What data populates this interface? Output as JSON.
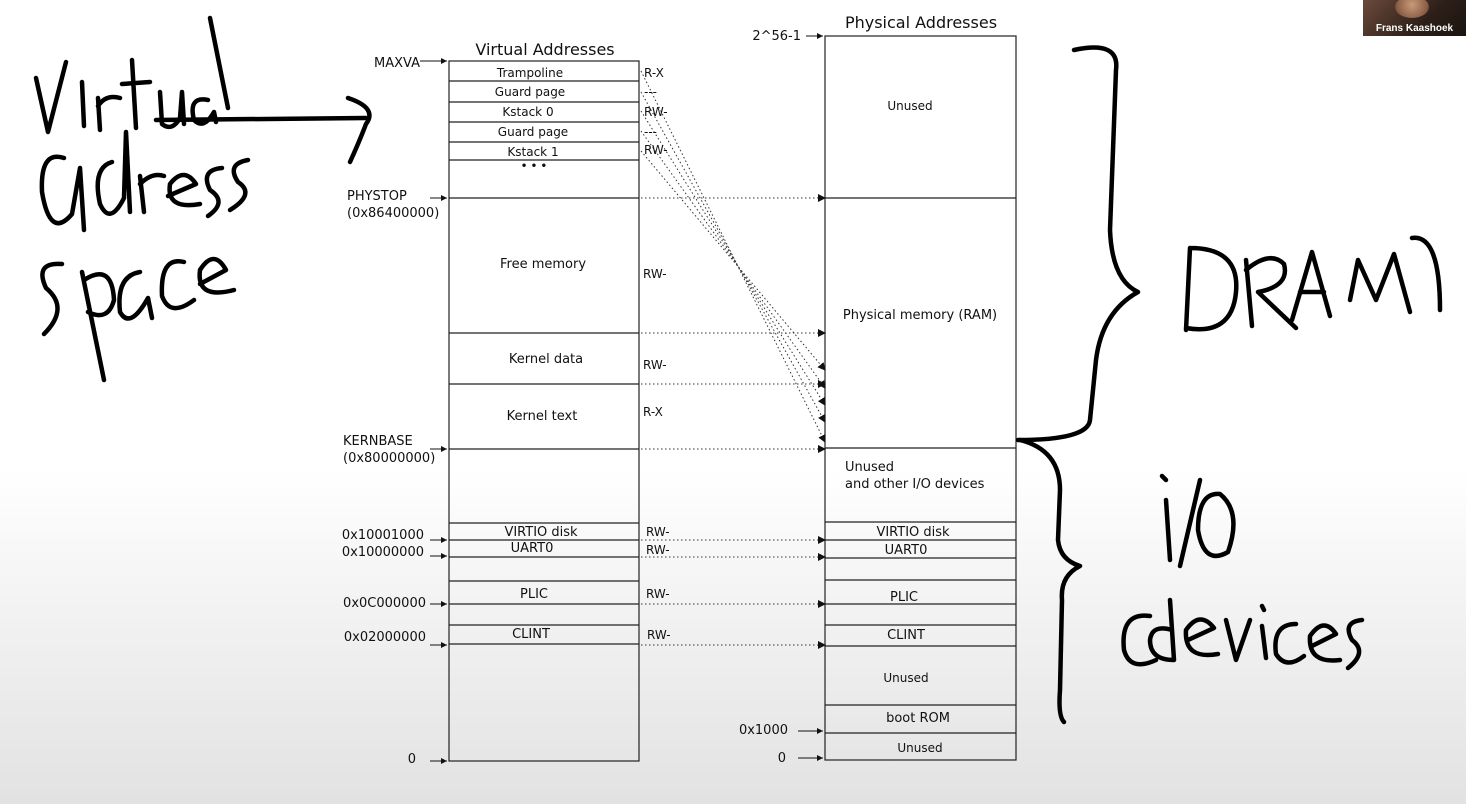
{
  "video": {
    "participant_name": "Frans Kaashoek"
  },
  "virtual": {
    "title": "Virtual Addresses",
    "labels": {
      "maxva": "MAXVA",
      "phystop_name": "PHYSTOP",
      "phystop_addr": "(0x86400000)",
      "kernbase_name": "KERNBASE",
      "kernbase_addr": "(0x80000000)",
      "virtio": "0x10001000",
      "uart": "0x10000000",
      "plic": "0x0C000000",
      "clint": "0x02000000",
      "zero": "0"
    },
    "regions": {
      "trampoline": "Trampoline",
      "guard0": "Guard page",
      "kstack0": "Kstack 0",
      "guard1": "Guard page",
      "kstack1": "Kstack 1",
      "ellipsis": "• • •",
      "free": "Free memory",
      "kdata": "Kernel data",
      "ktext": "Kernel text",
      "virtio": "VIRTIO disk",
      "uart": "UART0",
      "plic": "PLIC",
      "clint": "CLINT"
    },
    "perms": {
      "trampoline": "R-X",
      "guard0": "---",
      "kstack0": "RW-",
      "guard1": "---",
      "kstack1": "RW-",
      "free": "RW-",
      "kdata": "RW-",
      "ktext": "R-X",
      "virtio": "RW-",
      "uart": "RW-",
      "plic": "RW-",
      "clint": "RW-"
    }
  },
  "physical": {
    "title": "Physical Addresses",
    "labels": {
      "top": "2^56-1",
      "bootrom": "0x1000",
      "zero": "0"
    },
    "regions": {
      "unused_top": "Unused",
      "ram": "Physical memory (RAM)",
      "io": "Unused\nand other I/O devices",
      "virtio": "VIRTIO disk",
      "uart": "UART0",
      "plic": "PLIC",
      "clint": "CLINT",
      "unused_mid": "Unused",
      "bootrom": "boot ROM",
      "unused_bottom": "Unused"
    }
  },
  "annotations": {
    "left": "Virtual address space",
    "right_top": "DRAM",
    "right_bottom": "i/o devices"
  }
}
